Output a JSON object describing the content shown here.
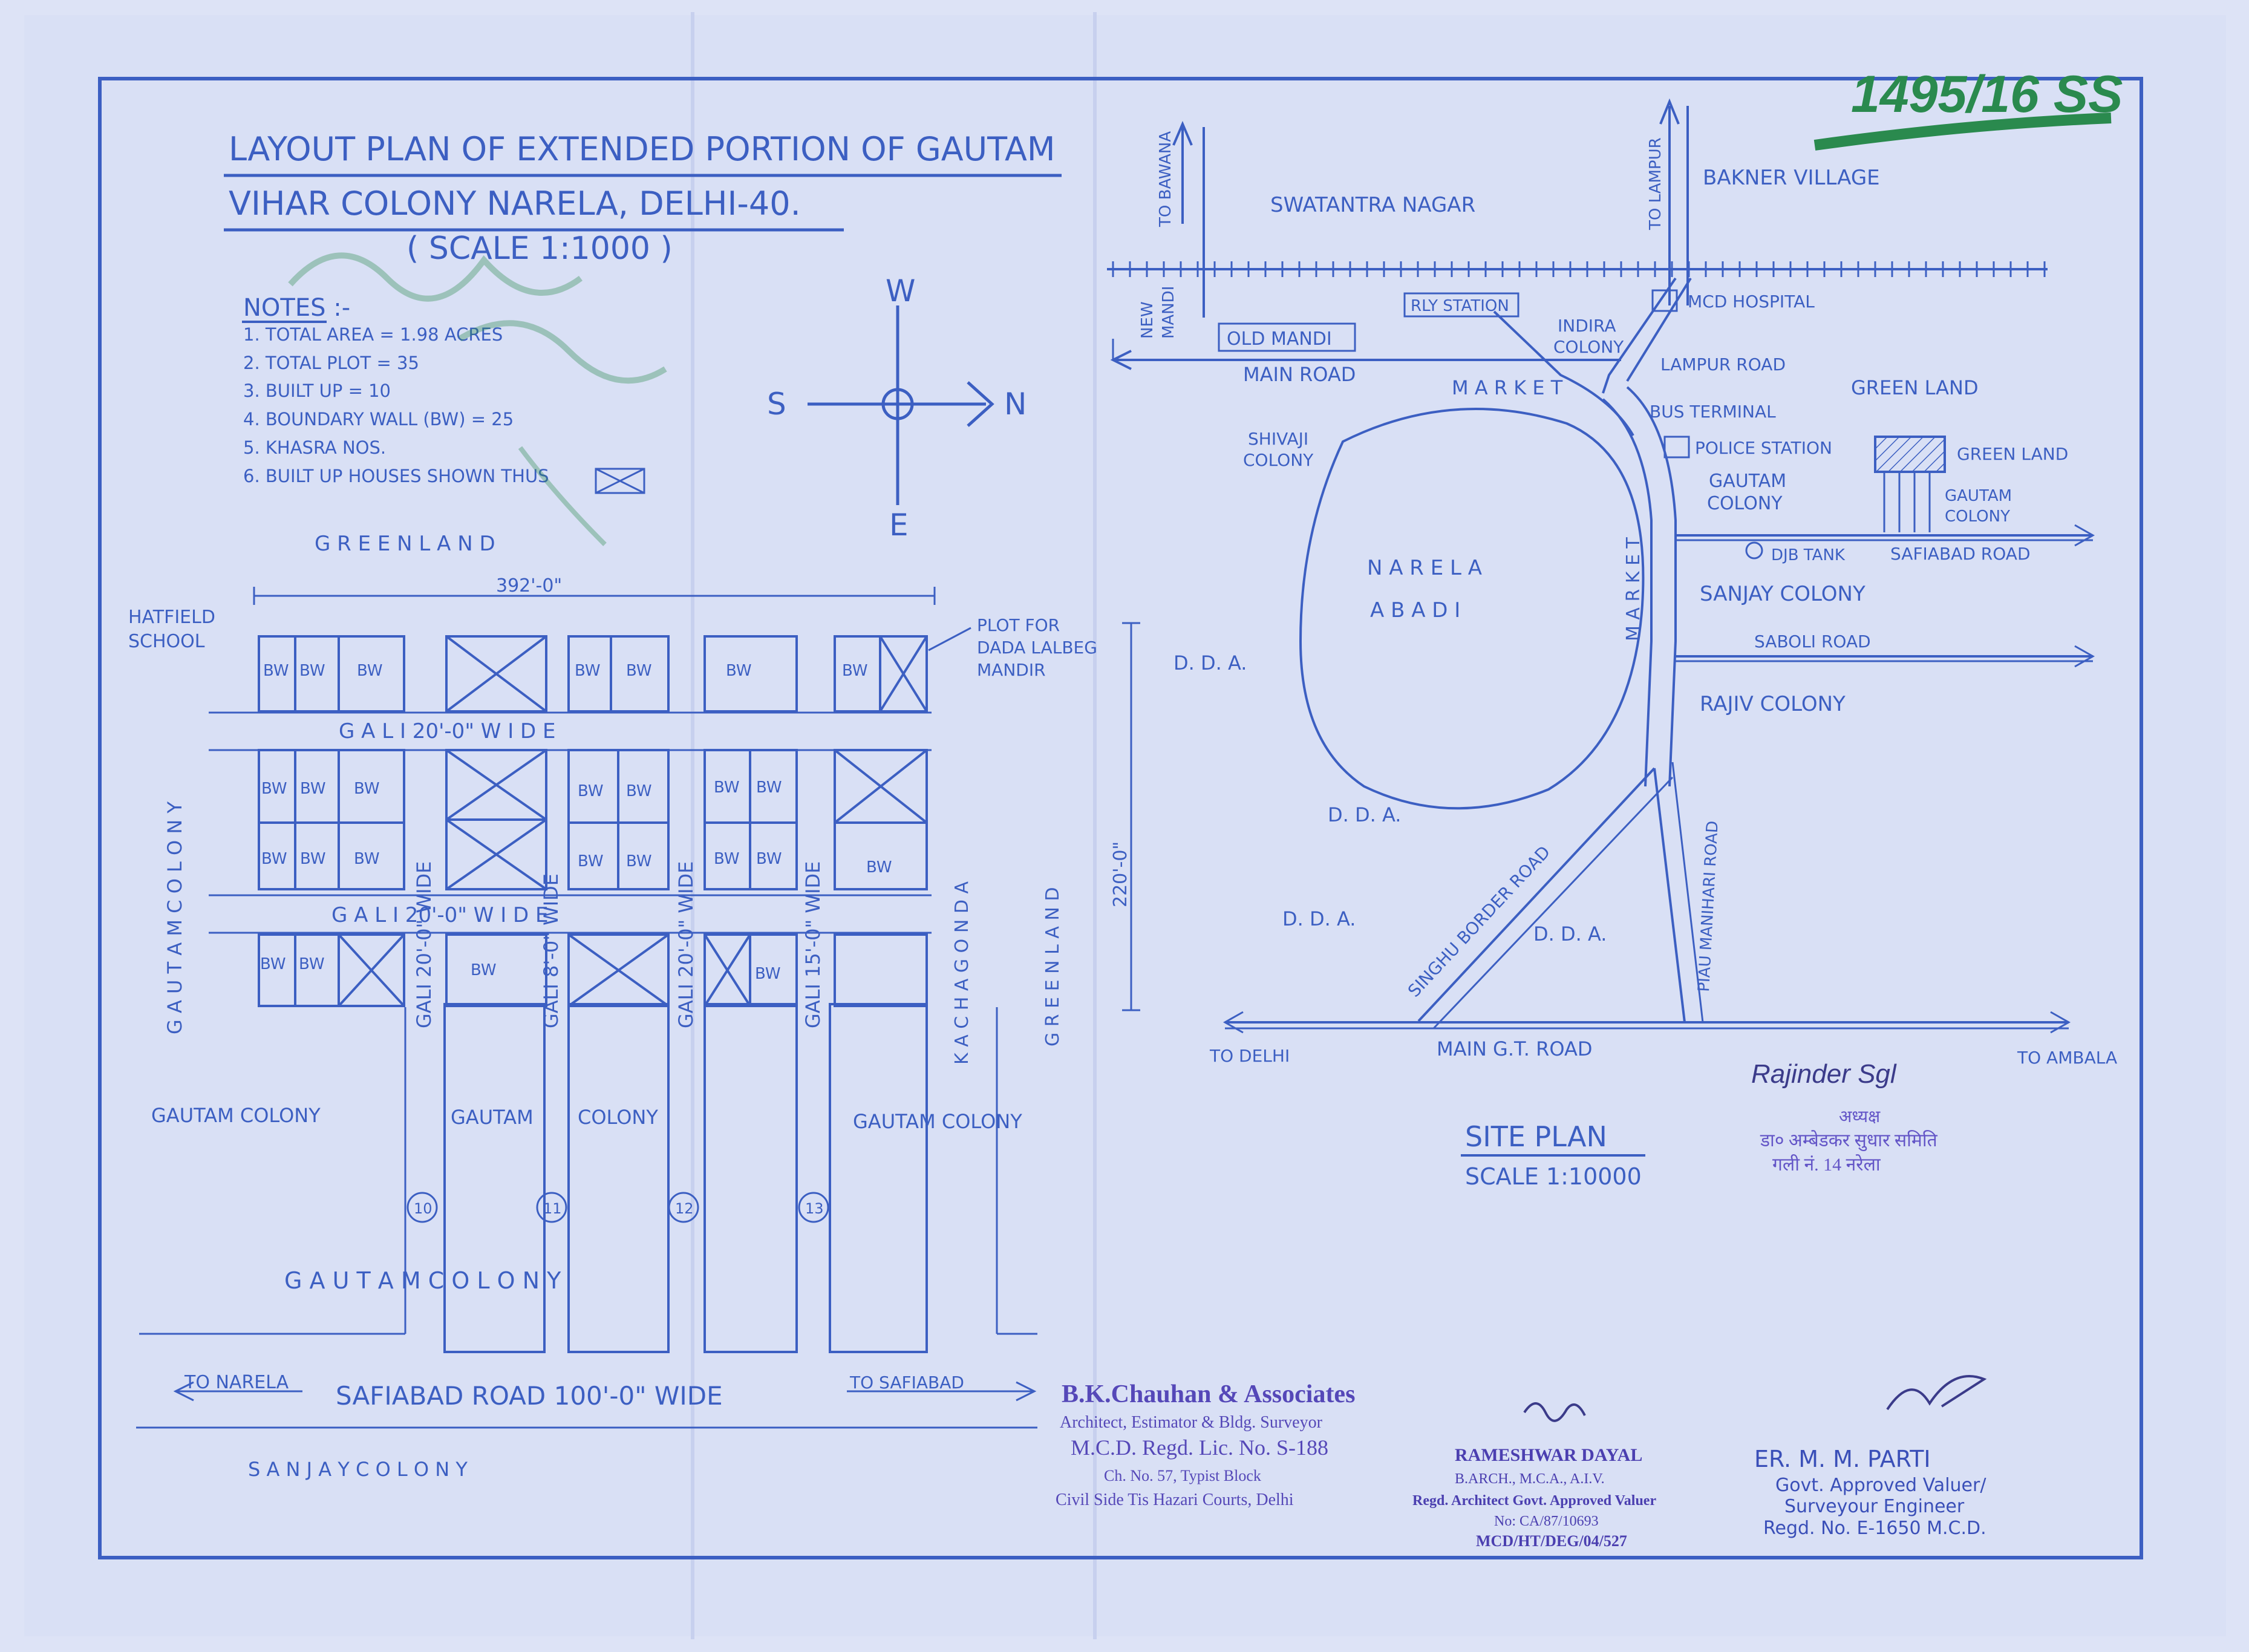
{
  "reference_number": "1495/16 SS",
  "title": {
    "line1": "LAYOUT PLAN OF EXTENDED PORTION OF GAUTAM",
    "line2": "VIHAR COLONY NARELA, DELHI-40.",
    "scale": "( SCALE 1:1000 )"
  },
  "notes": {
    "heading": "NOTES :-",
    "items": [
      "1. TOTAL AREA = 1.98 ACRES",
      "2. TOTAL PLOT = 35",
      "3. BUILT UP = 10",
      "4. BOUNDARY WALL (BW) = 25",
      "5. KHASRA NOS.",
      "6. BUILT UP HOUSES SHOWN THUS"
    ]
  },
  "compass": {
    "top": "W",
    "bottom": "E",
    "left": "S",
    "right": "N"
  },
  "layout": {
    "green_land_top": "G R E E N   L A N D",
    "width_dim": "392'-0\"",
    "height_dim": "220'-0\"",
    "hatfield_school": [
      "HATFIELD",
      "SCHOOL"
    ],
    "plot_for_mandir": [
      "PLOT FOR",
      "DADA LALBEG",
      "MANDIR"
    ],
    "gali_top": "G A L I   20'-0\"   W I D E",
    "gali_mid": "G A L I   20'-0\"   W I D E",
    "gali_v1": "GALI  20'-0\"  WIDE",
    "gali_v2": "GALI  8'-0\"  WIDE",
    "gali_v3": "GALI  20'-0\"  WIDE",
    "gali_v4": "GALI  15'-0\"  WIDE",
    "gautam_colony_left_vertical": "G A U T A M   C O L O N Y",
    "kacha_gonda": "K A C H A   G O N D A",
    "green_land_vertical": "G R E E N   L A N D",
    "bw": "BW",
    "gautam_colony_1": "GAUTAM  COLONY",
    "gautam_colony_2": "GAUTAM",
    "gautam_colony_3": "COLONY",
    "gautam_colony_4": "GAUTAM  COLONY",
    "gautam_colony_bottom": "G A U   T A M   C O L O N Y",
    "plot_numbers": [
      "10",
      "11",
      "12",
      "13"
    ],
    "safiabad_road": "SAFIABAD ROAD  100'-0\"  WIDE",
    "to_narela": "TO NARELA",
    "to_safiabad": "TO SAFIABAD",
    "sanjay_colony": "S A N J A Y   C O L O N Y"
  },
  "site_plan": {
    "title": "SITE PLAN",
    "scale": "SCALE 1:10000",
    "to_bawana": "TO BAWANA",
    "to_lampur": "TO LAMPUR",
    "swatantra_nagar": "SWATANTRA  NAGAR",
    "bakner_village": "BAKNER  VILLAGE",
    "new_mandi": [
      "NEW",
      "MANDI"
    ],
    "rly_station": "RLY STATION",
    "mcd_hospital": "MCD HOSPITAL",
    "old_mandi": "OLD MANDI",
    "indira_colony": [
      "INDIRA",
      "COLONY"
    ],
    "main_road": "MAIN ROAD",
    "market_h": "M A R K E T",
    "lampur_road": "LAMPUR ROAD",
    "green_land_1": "GREEN  LAND",
    "bus_terminal": "BUS TERMINAL",
    "shivaji_colony": [
      "SHIVAJI",
      "COLONY"
    ],
    "police_station": "POLICE STATION",
    "green_land_2": "GREEN  LAND",
    "gautam_colony_a": [
      "GAUTAM",
      "COLONY"
    ],
    "gautam_colony_b": [
      "GAUTAM",
      "COLONY"
    ],
    "narela_abadi": [
      "N A R E L A",
      "A B A D I"
    ],
    "market_v": "M A R K E T",
    "djb_tank": "DJB TANK",
    "safiabad_road": "SAFIABAD ROAD",
    "sanjay_colony": "SANJAY  COLONY",
    "saboli_road": "SABOLI ROAD",
    "dda_1": "D. D. A.",
    "rajiv_colony": "RAJIV  COLONY",
    "dda_2": "D.  D.  A.",
    "singhu_border_road": "SINGHU BORDER ROAD",
    "piau_manihari_road": "PIAU MANIHARI ROAD",
    "dda_3": "D. D. A.",
    "dda_4": "D. D. A.",
    "to_delhi": "TO DELHI",
    "main_gt_road": "MAIN  G.T. ROAD",
    "to_ambala": "TO AMBALA"
  },
  "stamps": {
    "signature_left": "Rajinder Sgl",
    "hindi_stamp": [
      "अध्यक्ष",
      "डा० अम्बेडकर सुधार समिति",
      "गली नं. 14 नरेला"
    ],
    "bk_chauhan": [
      "B.K.Chauhan & Associates",
      "Architect, Estimator & Bldg. Surveyor",
      "M.C.D. Regd. Lic. No. S-188",
      "Ch. No. 57, Typist Block",
      "Civil Side Tis Hazari Courts, Delhi"
    ],
    "rameshwar_dayal": [
      "RAMESHWAR DAYAL",
      "B.ARCH., M.C.A., A.I.V.",
      "Regd. Architect Govt. Approved Valuer",
      "No: CA/87/10693",
      "MCD/HT/DEG/04/527"
    ],
    "mm_parti": [
      "ER. M. M. PARTI",
      "Govt. Approved Valuer/",
      "Surveyour Engineer",
      "Regd. No. E-1650 M.C.D."
    ]
  },
  "colors": {
    "paper": "#dde3f6",
    "ink": "#3c5fc2",
    "green_ink": "#2a8a4e",
    "stamp_purple": "#4b3fb0"
  }
}
